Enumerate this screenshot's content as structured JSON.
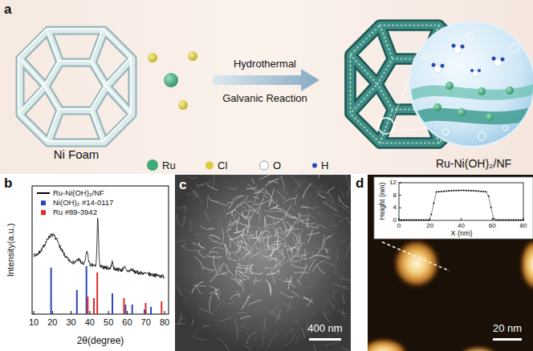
{
  "diagram": {
    "labels": [
      "a",
      "Ni Foam",
      "Hydrothermal",
      "Galvanic Reaction",
      "Ru-Ni(OH)₂/NF",
      "b",
      "Intensity(a.u.)",
      "2θ(degree)",
      "10",
      "20",
      "30",
      "40",
      "50",
      "60",
      "70",
      "80",
      "c",
      "400 nm",
      "d",
      "20 nm",
      "Height (nm)",
      "X (nm)",
      "0",
      "4",
      "8",
      "12",
      "0",
      "20",
      "40",
      "60",
      "80"
    ],
    "legend": [
      {
        "text": "Ru",
        "color": "#3daa7a"
      },
      {
        "text": "Cl",
        "color": "#dccb3c"
      },
      {
        "text": "O",
        "color": "#ffffff"
      },
      {
        "text": "H",
        "color": "#2a4bb0"
      },
      {
        "text": "Ru-Ni(OH)₂/NF"
      },
      {
        "text": "Ni(OH)₂ #14-0117",
        "color": "#2b46b8"
      },
      {
        "text": "Ru #89-3942",
        "color": "#e02b2b"
      }
    ]
  }
}
